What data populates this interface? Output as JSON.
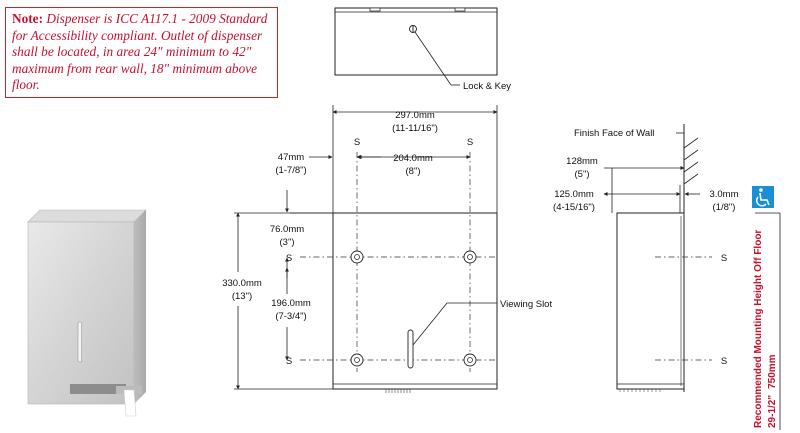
{
  "note": {
    "prefix": "Note:",
    "text": "Dispenser is ICC A117.1 - 2009 Standard for Accessibility compliant. Outlet of dispenser shall be located, in area 24\" minimum to 42\" maximum from rear wall, 18\" minimum above floor."
  },
  "labels": {
    "lock_key": "Lock & Key",
    "viewing_slot": "Viewing Slot",
    "finish_face": "Finish Face of Wall",
    "recommended": "Recommended Mounting Height Off Floor",
    "rec_metric": "750mm",
    "rec_imperial": "29-1/2\""
  },
  "dimensions": {
    "width_mm": "297.0mm",
    "width_in": "(11-11/16\")",
    "edge_mm": "47mm",
    "edge_in": "(1-7/8\")",
    "spacing_mm": "204.0mm",
    "spacing_in": "(8\")",
    "top_mm": "76.0mm",
    "top_in": "(3\")",
    "height_mm": "330.0mm",
    "height_in": "(13\")",
    "vert_mm": "196.0mm",
    "vert_in": "(7-3/4\")",
    "depth1_mm": "128mm",
    "depth1_in": "(5\")",
    "depth2_mm": "125.0mm",
    "depth2_in": "(4-15/16\")",
    "wall_mm": "3.0mm",
    "wall_in": "(1/8\")"
  },
  "screw_label": "S",
  "colors": {
    "note_red": "#c8102e",
    "accessibility_blue": "#1a8fd6"
  },
  "icons": [
    "accessibility-icon",
    "lock-icon"
  ]
}
